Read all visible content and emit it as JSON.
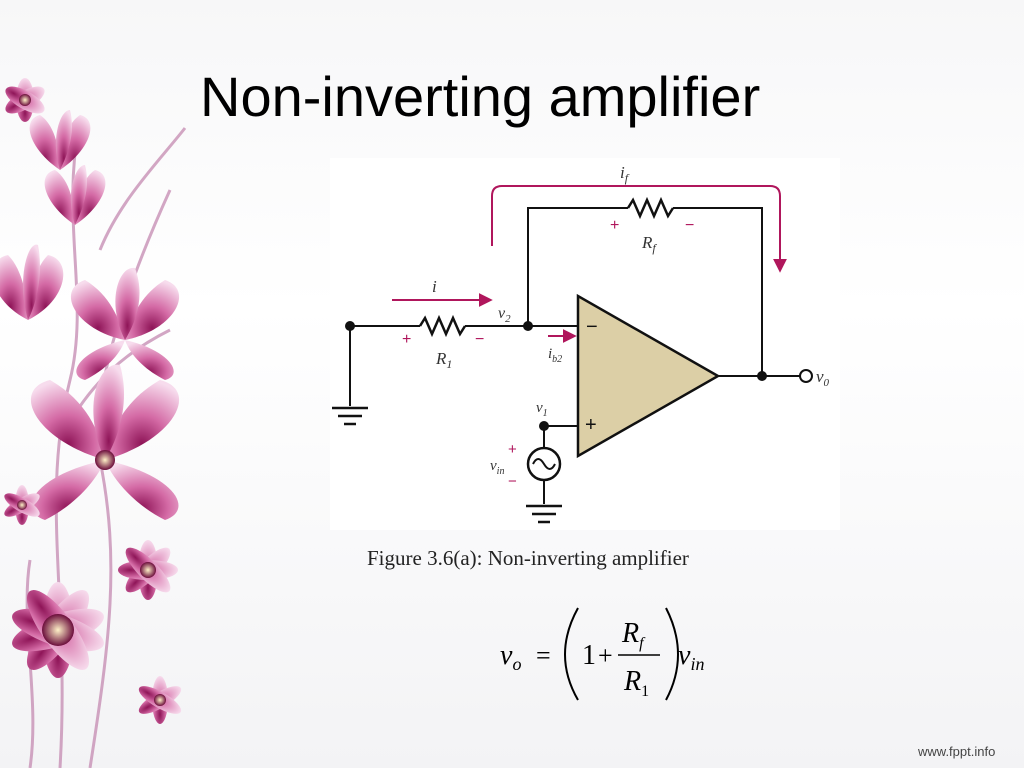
{
  "slide": {
    "title": "Non-inverting amplifier",
    "footer": "www.fppt.info"
  },
  "figure": {
    "caption": "Figure 3.6(a): Non-inverting amplifier",
    "labels": {
      "i_f": "i",
      "i_f_sub": "f",
      "R_f": "R",
      "R_f_sub": "f",
      "i": "i",
      "v2": "v",
      "v2_sub": "2",
      "R1": "R",
      "R1_sub": "1",
      "ib2": "i",
      "ib2_sub": "b2",
      "v1": "v",
      "v1_sub": "1",
      "vin": "v",
      "vin_sub": "in",
      "vo": "v",
      "vo_sub": "0",
      "minus_input": "−",
      "plus_input": "+",
      "plus_sign": "+",
      "minus_sign": "−"
    },
    "colors": {
      "opamp_fill": "#dccfa6",
      "arrow": "#b0165c",
      "wire": "#111111"
    }
  },
  "formula": {
    "lhs": "v",
    "lhs_sub": "o",
    "equals": "=",
    "one": "1",
    "plus": "+",
    "num": "R",
    "num_sub": "f",
    "den": "R",
    "den_sub": "1",
    "rhs": "v",
    "rhs_sub": "in"
  }
}
